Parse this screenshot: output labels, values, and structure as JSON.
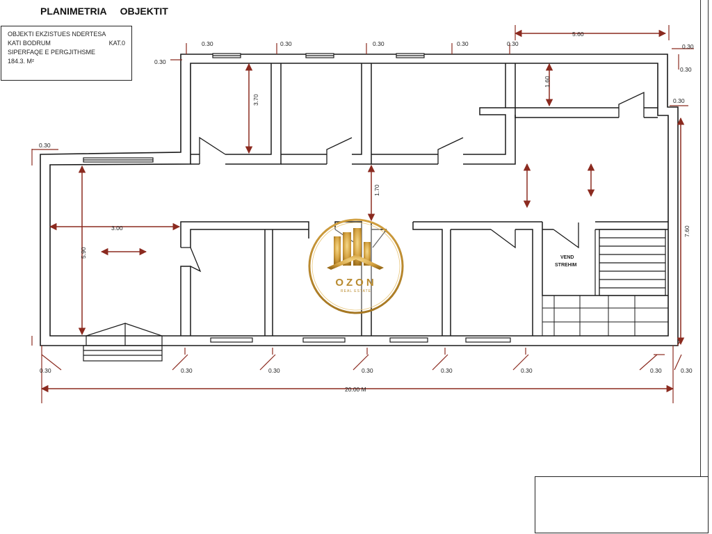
{
  "header": {
    "title_word1": "PLANIMETRIA",
    "title_word2": "OBJEKTIT"
  },
  "info": {
    "line1": "OBJEKTI EKZISTUES  NDERTESA",
    "line2_left": "KATI  BODRUM",
    "line2_right": "KAT.0",
    "line3": "SIPERFAQE  E PERGJITHSME",
    "line4": "184.3. M²"
  },
  "dimensions": {
    "d030": "0.30",
    "d560": "5.60",
    "d160": "1.60",
    "d370": "3.70",
    "d170": "1.70",
    "d300": "3.00",
    "d590": "5.90",
    "d760": "7.60",
    "total": "20.00 M"
  },
  "rooms": {
    "shelter_line1": "VEND",
    "shelter_line2": "STREHIM"
  },
  "watermark": {
    "brand": "OZON",
    "sub": "REAL ESTATE"
  },
  "colors": {
    "wall": "#1a1a1a",
    "dimension_arrow": "#8b2a1f",
    "watermark_gold": "#c9962e"
  }
}
